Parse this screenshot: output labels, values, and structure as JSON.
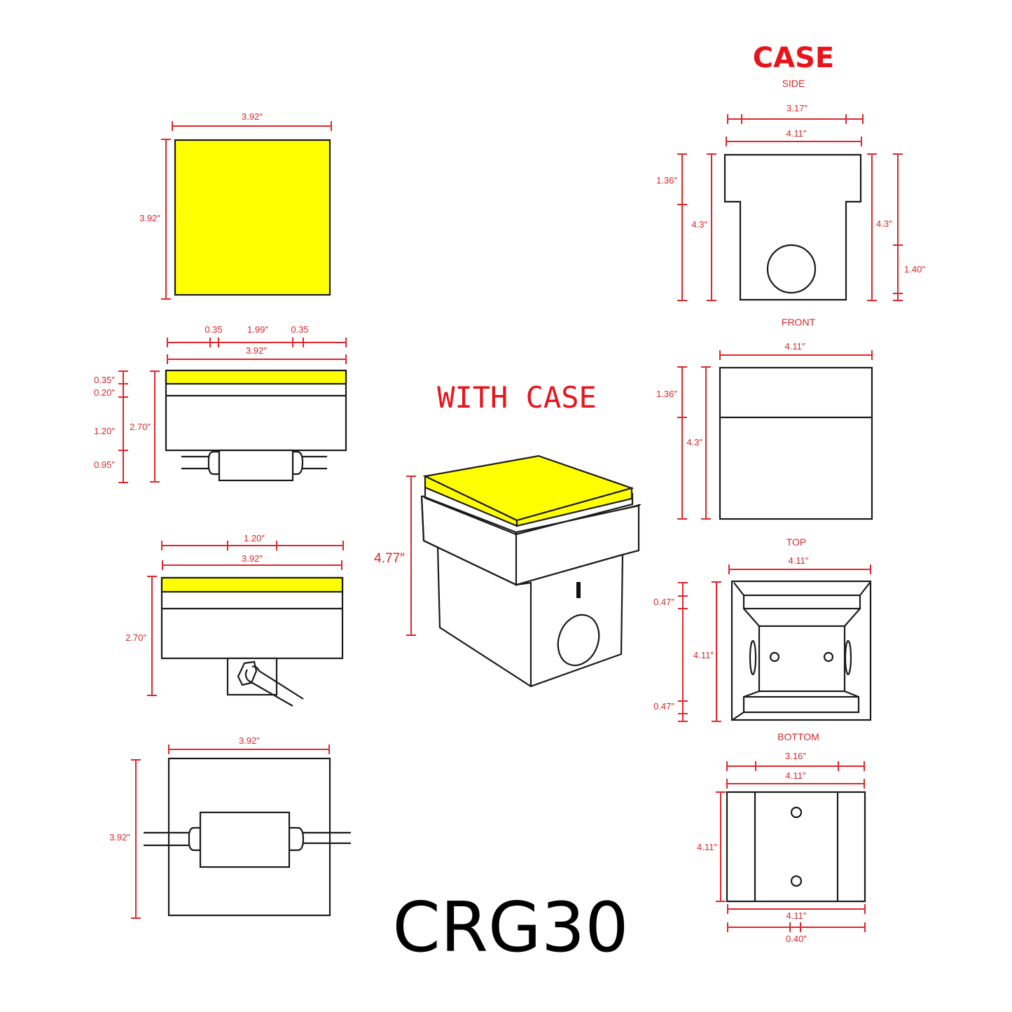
{
  "colors": {
    "dimension_red": "#e0262a",
    "led_yellow": "#ffff00",
    "outline": "#1a1a1a",
    "background": "#ffffff"
  },
  "model_name": "CRG30",
  "light_views": {
    "top": {
      "width": "3.92″",
      "height": "3.92″"
    },
    "front": {
      "segments_top": [
        "0.35",
        "1.99″",
        "0.35"
      ],
      "width": "3.92″",
      "segments_left": [
        "0.35″",
        "0.20″",
        "1.20″",
        "0.95″"
      ],
      "height": "2.70″"
    },
    "side": {
      "segment_top": "1.20″",
      "width": "3.92″",
      "height": "2.70″"
    },
    "bottom": {
      "width": "3.92″",
      "height": "3.92″"
    }
  },
  "with_case": {
    "title": "WITH CASE",
    "height": "4.77″"
  },
  "case": {
    "title": "CASE",
    "side": {
      "label": "SIDE",
      "inner_width": "3.17″",
      "width": "4.11″",
      "left_upper": "1.36″",
      "left_height": "4.3″",
      "right_height": "4.3″",
      "right_lower": "1.40″"
    },
    "front": {
      "label": "FRONT",
      "width": "4.11″",
      "upper": "1.36″",
      "height": "4.3″"
    },
    "top": {
      "label": "TOP",
      "width": "4.11″",
      "rim_top": "0.47″",
      "height": "4.11″",
      "rim_bottom": "0.47″"
    },
    "bottom": {
      "label": "BOTTOM",
      "inner_width": "3.16″",
      "width_top": "4.11″",
      "height": "4.11″",
      "width_bottom": "4.11″",
      "hole_offset": "0.40″"
    }
  }
}
